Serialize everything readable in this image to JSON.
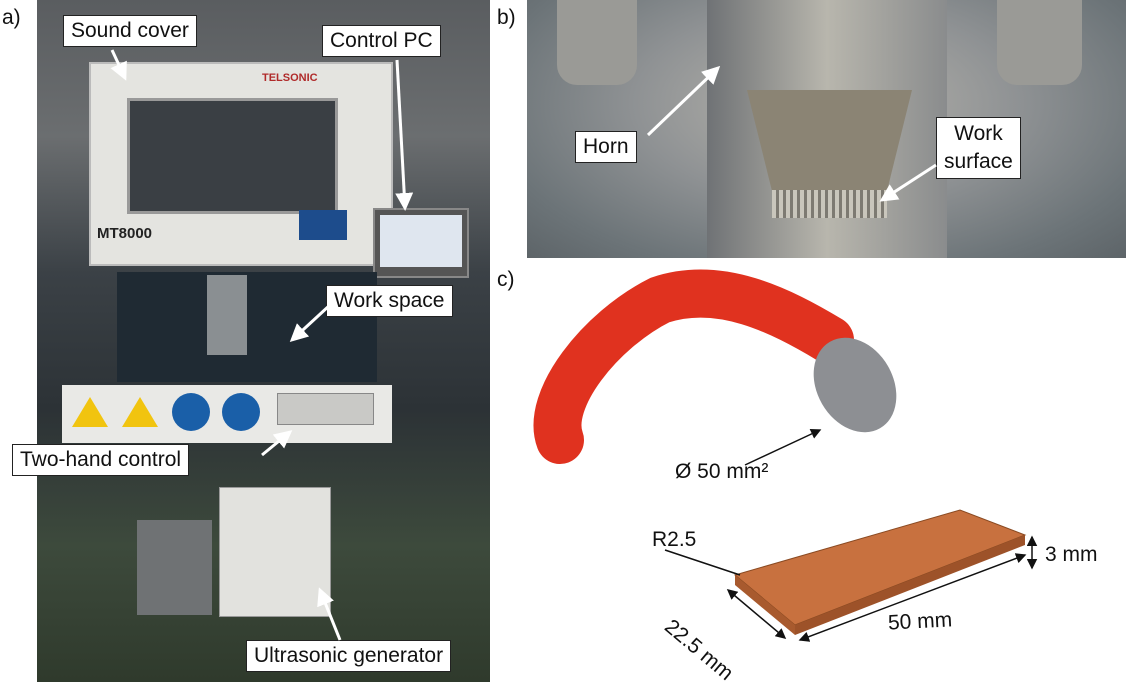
{
  "panels": {
    "a": {
      "label": "a)",
      "callouts": {
        "sound_cover": "Sound cover",
        "control_pc": "Control PC",
        "work_space": "Work space",
        "two_hand_control": "Two-hand control",
        "ultrasonic_generator": "Ultrasonic generator"
      },
      "machine_text": {
        "brand": "TELSONIC",
        "model": "MT8000"
      }
    },
    "b": {
      "label": "b)",
      "callouts": {
        "horn": "Horn",
        "work_surface_line1": "Work",
        "work_surface_line2": "surface"
      }
    },
    "c": {
      "label": "c)",
      "annotations": {
        "cable_cross_section": "Ø 50 mm²",
        "radius": "R2.5",
        "thickness": "3 mm",
        "length": "50 mm",
        "width": "22.5 mm"
      }
    }
  }
}
